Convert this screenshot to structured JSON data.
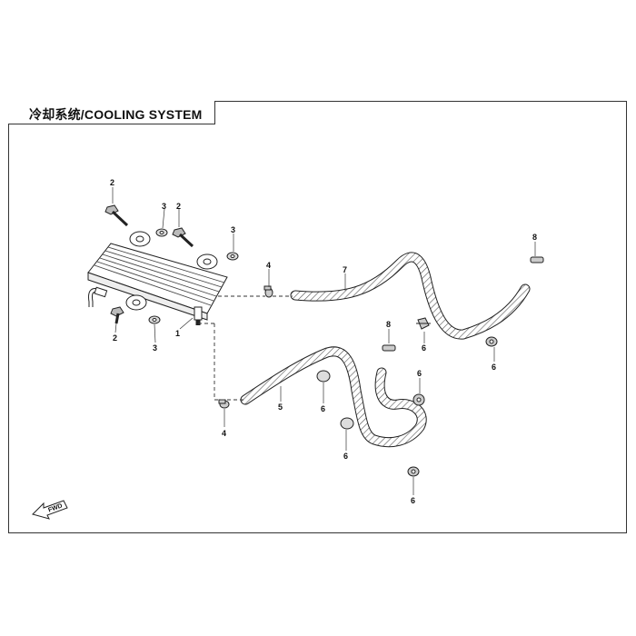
{
  "title": "冷却系统/COOLING SYSTEM",
  "fwd_label": "FWD",
  "callouts": {
    "c1": "1",
    "c2a": "2",
    "c2b": "2",
    "c2c": "2",
    "c3a": "3",
    "c3b": "3",
    "c3c": "3",
    "c4a": "4",
    "c4b": "4",
    "c5": "5",
    "c6a": "6",
    "c6b": "6",
    "c6c": "6",
    "c6d": "6",
    "c6e": "6",
    "c6f": "6",
    "c7": "7",
    "c8a": "8",
    "c8b": "8"
  }
}
